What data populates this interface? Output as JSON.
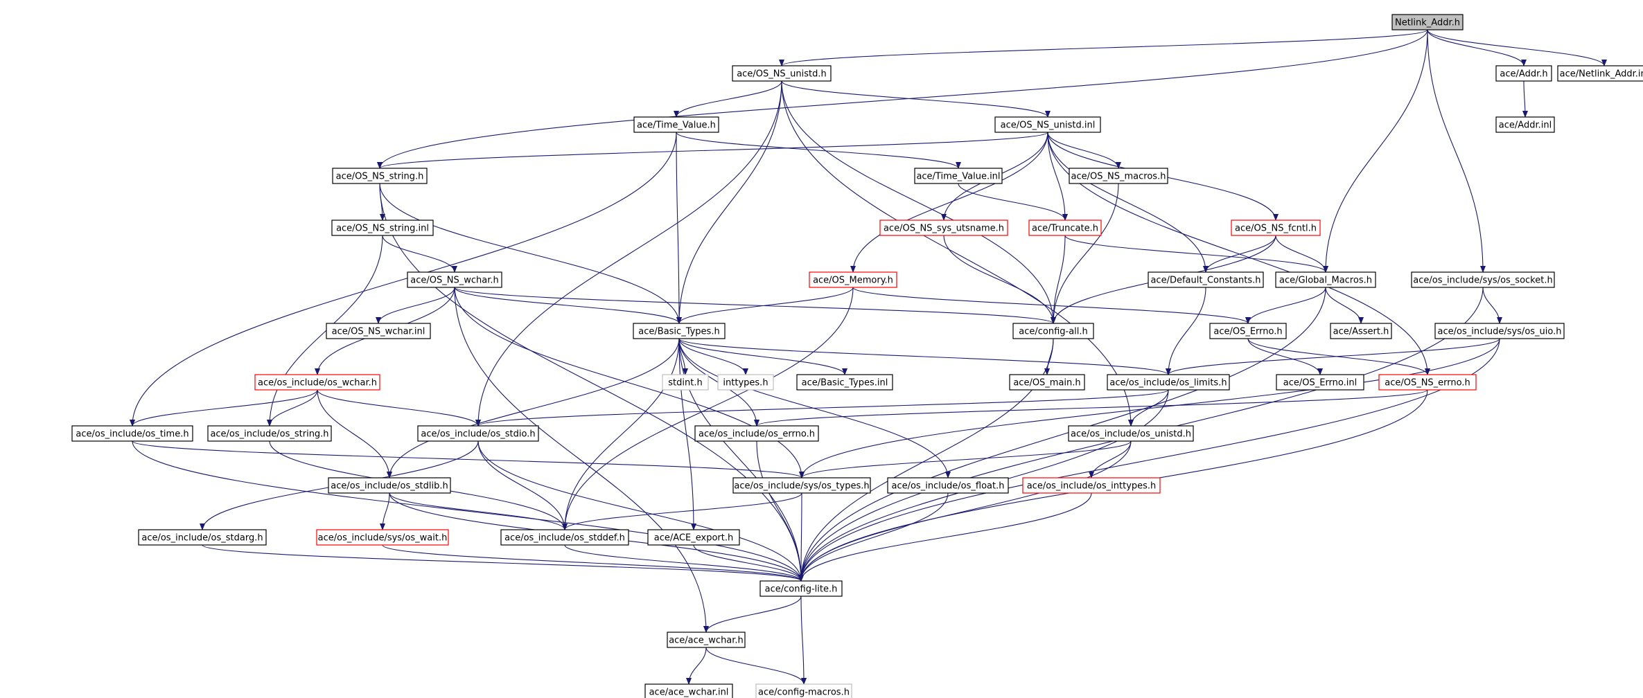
{
  "colors": {
    "edge": "#191970",
    "node_border_default": "#000000",
    "node_border_truncated": "#ff0000",
    "node_border_external": "#bfbfbf",
    "root_fill": "#bfbfbf",
    "node_fill": "#ffffff"
  },
  "nodes": [
    {
      "id": "netlink_addr_h",
      "label": "Netlink_Addr.h",
      "style": "root"
    },
    {
      "id": "os_ns_unistd_h",
      "label": "ace/OS_NS_unistd.h",
      "style": "normal"
    },
    {
      "id": "addr_h",
      "label": "ace/Addr.h",
      "style": "normal"
    },
    {
      "id": "netlink_addr_inl",
      "label": "ace/Netlink_Addr.inl",
      "style": "normal"
    },
    {
      "id": "time_value_h",
      "label": "ace/Time_Value.h",
      "style": "normal"
    },
    {
      "id": "os_ns_unistd_inl",
      "label": "ace/OS_NS_unistd.inl",
      "style": "normal"
    },
    {
      "id": "addr_inl",
      "label": "ace/Addr.inl",
      "style": "normal"
    },
    {
      "id": "os_ns_string_h",
      "label": "ace/OS_NS_string.h",
      "style": "normal"
    },
    {
      "id": "time_value_inl",
      "label": "ace/Time_Value.inl",
      "style": "normal"
    },
    {
      "id": "os_ns_macros_h",
      "label": "ace/OS_NS_macros.h",
      "style": "normal"
    },
    {
      "id": "os_ns_string_inl",
      "label": "ace/OS_NS_string.inl",
      "style": "normal"
    },
    {
      "id": "os_ns_sys_utsname_h",
      "label": "ace/OS_NS_sys_utsname.h",
      "style": "truncated"
    },
    {
      "id": "truncate_h",
      "label": "ace/Truncate.h",
      "style": "truncated"
    },
    {
      "id": "os_ns_fcntl_h",
      "label": "ace/OS_NS_fcntl.h",
      "style": "truncated"
    },
    {
      "id": "os_ns_wchar_h",
      "label": "ace/OS_NS_wchar.h",
      "style": "normal"
    },
    {
      "id": "os_memory_h",
      "label": "ace/OS_Memory.h",
      "style": "truncated"
    },
    {
      "id": "default_constants_h",
      "label": "ace/Default_Constants.h",
      "style": "normal"
    },
    {
      "id": "global_macros_h",
      "label": "ace/Global_Macros.h",
      "style": "normal"
    },
    {
      "id": "os_socket_h",
      "label": "ace/os_include/sys/os_socket.h",
      "style": "normal"
    },
    {
      "id": "os_ns_wchar_inl",
      "label": "ace/OS_NS_wchar.inl",
      "style": "normal"
    },
    {
      "id": "basic_types_h",
      "label": "ace/Basic_Types.h",
      "style": "normal"
    },
    {
      "id": "config_all_h",
      "label": "ace/config-all.h",
      "style": "normal"
    },
    {
      "id": "os_errno_h",
      "label": "ace/OS_Errno.h",
      "style": "normal"
    },
    {
      "id": "assert_h",
      "label": "ace/Assert.h",
      "style": "normal"
    },
    {
      "id": "os_uio_h",
      "label": "ace/os_include/sys/os_uio.h",
      "style": "normal"
    },
    {
      "id": "os_wchar_h",
      "label": "ace/os_include/os_wchar.h",
      "style": "truncated"
    },
    {
      "id": "stdint_h",
      "label": "stdint.h",
      "style": "external"
    },
    {
      "id": "inttypes_h",
      "label": "inttypes.h",
      "style": "external"
    },
    {
      "id": "basic_types_inl",
      "label": "ace/Basic_Types.inl",
      "style": "normal"
    },
    {
      "id": "os_main_h",
      "label": "ace/OS_main.h",
      "style": "normal"
    },
    {
      "id": "os_limits_h",
      "label": "ace/os_include/os_limits.h",
      "style": "normal"
    },
    {
      "id": "os_errno_inl",
      "label": "ace/OS_Errno.inl",
      "style": "normal"
    },
    {
      "id": "os_ns_errno_h",
      "label": "ace/OS_NS_errno.h",
      "style": "truncated"
    },
    {
      "id": "os_time_h",
      "label": "ace/os_include/os_time.h",
      "style": "normal"
    },
    {
      "id": "os_string_h",
      "label": "ace/os_include/os_string.h",
      "style": "normal"
    },
    {
      "id": "os_stdio_h",
      "label": "ace/os_include/os_stdio.h",
      "style": "normal"
    },
    {
      "id": "os_errno_inc_h",
      "label": "ace/os_include/os_errno.h",
      "style": "normal"
    },
    {
      "id": "os_unistd_h",
      "label": "ace/os_include/os_unistd.h",
      "style": "normal"
    },
    {
      "id": "os_stdlib_h",
      "label": "ace/os_include/os_stdlib.h",
      "style": "normal"
    },
    {
      "id": "os_types_h",
      "label": "ace/os_include/sys/os_types.h",
      "style": "normal"
    },
    {
      "id": "os_float_h",
      "label": "ace/os_include/os_float.h",
      "style": "normal"
    },
    {
      "id": "os_inttypes_h",
      "label": "ace/os_include/os_inttypes.h",
      "style": "truncated"
    },
    {
      "id": "os_stdarg_h",
      "label": "ace/os_include/os_stdarg.h",
      "style": "normal"
    },
    {
      "id": "os_wait_h",
      "label": "ace/os_include/sys/os_wait.h",
      "style": "truncated"
    },
    {
      "id": "os_stddef_h",
      "label": "ace/os_include/os_stddef.h",
      "style": "normal"
    },
    {
      "id": "ace_export_h",
      "label": "ace/ACE_export.h",
      "style": "normal"
    },
    {
      "id": "config_lite_h",
      "label": "ace/config-lite.h",
      "style": "normal"
    },
    {
      "id": "ace_wchar_h",
      "label": "ace/ace_wchar.h",
      "style": "normal"
    },
    {
      "id": "ace_wchar_inl",
      "label": "ace/ace_wchar.inl",
      "style": "normal"
    },
    {
      "id": "config_macros_h",
      "label": "ace/config-macros.h",
      "style": "external"
    }
  ],
  "edges": [
    [
      "netlink_addr_h",
      "os_ns_unistd_h"
    ],
    [
      "netlink_addr_h",
      "addr_h"
    ],
    [
      "netlink_addr_h",
      "netlink_addr_inl"
    ],
    [
      "netlink_addr_h",
      "os_ns_string_h"
    ],
    [
      "netlink_addr_h",
      "global_macros_h"
    ],
    [
      "netlink_addr_h",
      "os_socket_h"
    ],
    [
      "addr_h",
      "addr_inl"
    ],
    [
      "os_ns_unistd_h",
      "time_value_h"
    ],
    [
      "os_ns_unistd_h",
      "os_ns_unistd_inl"
    ],
    [
      "os_ns_unistd_h",
      "basic_types_h"
    ],
    [
      "os_ns_unistd_h",
      "config_all_h"
    ],
    [
      "os_ns_unistd_h",
      "os_stdio_h"
    ],
    [
      "os_ns_unistd_h",
      "os_unistd_h"
    ],
    [
      "time_value_h",
      "time_value_inl"
    ],
    [
      "time_value_h",
      "basic_types_h"
    ],
    [
      "time_value_h",
      "os_time_h"
    ],
    [
      "os_ns_unistd_inl",
      "os_ns_string_h"
    ],
    [
      "os_ns_unistd_inl",
      "os_ns_macros_h"
    ],
    [
      "os_ns_unistd_inl",
      "os_ns_sys_utsname_h"
    ],
    [
      "os_ns_unistd_inl",
      "truncate_h"
    ],
    [
      "os_ns_unistd_inl",
      "os_ns_fcntl_h"
    ],
    [
      "os_ns_unistd_inl",
      "os_memory_h"
    ],
    [
      "os_ns_unistd_inl",
      "default_constants_h"
    ],
    [
      "os_ns_unistd_inl",
      "os_ns_errno_h"
    ],
    [
      "time_value_inl",
      "truncate_h"
    ],
    [
      "os_ns_string_h",
      "os_ns_string_inl"
    ],
    [
      "os_ns_string_h",
      "basic_types_h"
    ],
    [
      "os_ns_string_h",
      "config_lite_h"
    ],
    [
      "os_ns_string_inl",
      "os_ns_wchar_h"
    ],
    [
      "os_ns_string_inl",
      "os_string_h"
    ],
    [
      "os_ns_macros_h",
      "config_all_h"
    ],
    [
      "os_ns_sys_utsname_h",
      "config_all_h"
    ],
    [
      "truncate_h",
      "config_all_h"
    ],
    [
      "truncate_h",
      "global_macros_h"
    ],
    [
      "os_ns_fcntl_h",
      "global_macros_h"
    ],
    [
      "os_ns_fcntl_h",
      "default_constants_h"
    ],
    [
      "os_ns_fcntl_h",
      "config_all_h"
    ],
    [
      "os_ns_wchar_h",
      "os_ns_wchar_inl"
    ],
    [
      "os_ns_wchar_h",
      "basic_types_h"
    ],
    [
      "os_ns_wchar_h",
      "config_all_h"
    ],
    [
      "os_ns_wchar_h",
      "os_wchar_h"
    ],
    [
      "os_ns_wchar_h",
      "os_types_h"
    ],
    [
      "os_ns_wchar_h",
      "ace_wchar_h"
    ],
    [
      "os_memory_h",
      "basic_types_h"
    ],
    [
      "os_memory_h",
      "os_errno_h"
    ],
    [
      "os_memory_h",
      "os_stddef_h"
    ],
    [
      "default_constants_h",
      "os_limits_h"
    ],
    [
      "global_macros_h",
      "os_errno_h"
    ],
    [
      "global_macros_h",
      "assert_h"
    ],
    [
      "global_macros_h",
      "config_lite_h"
    ],
    [
      "os_socket_h",
      "os_uio_h"
    ],
    [
      "os_socket_h",
      "config_lite_h"
    ],
    [
      "basic_types_h",
      "stdint_h"
    ],
    [
      "basic_types_h",
      "inttypes_h"
    ],
    [
      "basic_types_h",
      "basic_types_inl"
    ],
    [
      "basic_types_h",
      "os_limits_h"
    ],
    [
      "basic_types_h",
      "os_stdlib_h"
    ],
    [
      "basic_types_h",
      "os_errno_inc_h"
    ],
    [
      "basic_types_h",
      "os_float_h"
    ],
    [
      "basic_types_h",
      "os_stddef_h"
    ],
    [
      "basic_types_h",
      "ace_export_h"
    ],
    [
      "basic_types_h",
      "config_lite_h"
    ],
    [
      "config_all_h",
      "os_main_h"
    ],
    [
      "config_all_h",
      "config_lite_h"
    ],
    [
      "os_errno_h",
      "os_errno_inl"
    ],
    [
      "os_errno_h",
      "os_ns_errno_h"
    ],
    [
      "os_uio_h",
      "os_limits_h"
    ],
    [
      "os_uio_h",
      "os_types_h"
    ],
    [
      "os_uio_h",
      "config_lite_h"
    ],
    [
      "os_wchar_h",
      "os_time_h"
    ],
    [
      "os_wchar_h",
      "os_string_h"
    ],
    [
      "os_wchar_h",
      "os_stdio_h"
    ],
    [
      "os_wchar_h",
      "os_stdlib_h"
    ],
    [
      "os_limits_h",
      "os_unistd_h"
    ],
    [
      "os_limits_h",
      "os_stdio_h"
    ],
    [
      "os_limits_h",
      "config_lite_h"
    ],
    [
      "os_ns_errno_h",
      "os_errno_inc_h"
    ],
    [
      "os_ns_errno_h",
      "config_lite_h"
    ],
    [
      "os_time_h",
      "os_types_h"
    ],
    [
      "os_time_h",
      "config_lite_h"
    ],
    [
      "os_string_h",
      "os_stddef_h"
    ],
    [
      "os_stdio_h",
      "os_stdarg_h"
    ],
    [
      "os_stdio_h",
      "os_stddef_h"
    ],
    [
      "os_stdio_h",
      "config_lite_h"
    ],
    [
      "os_errno_inc_h",
      "config_lite_h"
    ],
    [
      "os_unistd_h",
      "os_types_h"
    ],
    [
      "os_unistd_h",
      "os_inttypes_h"
    ],
    [
      "os_unistd_h",
      "config_lite_h"
    ],
    [
      "os_stdlib_h",
      "os_wait_h"
    ],
    [
      "os_stdlib_h",
      "os_stddef_h"
    ],
    [
      "os_stdlib_h",
      "config_lite_h"
    ],
    [
      "os_types_h",
      "os_stddef_h"
    ],
    [
      "os_types_h",
      "config_lite_h"
    ],
    [
      "os_float_h",
      "config_lite_h"
    ],
    [
      "os_inttypes_h",
      "config_lite_h"
    ],
    [
      "os_stdarg_h",
      "config_lite_h"
    ],
    [
      "os_wait_h",
      "config_lite_h"
    ],
    [
      "os_stddef_h",
      "config_lite_h"
    ],
    [
      "ace_export_h",
      "config_lite_h"
    ],
    [
      "config_lite_h",
      "ace_wchar_h"
    ],
    [
      "config_lite_h",
      "config_macros_h"
    ],
    [
      "ace_wchar_h",
      "ace_wchar_inl"
    ],
    [
      "ace_wchar_h",
      "config_macros_h"
    ]
  ]
}
